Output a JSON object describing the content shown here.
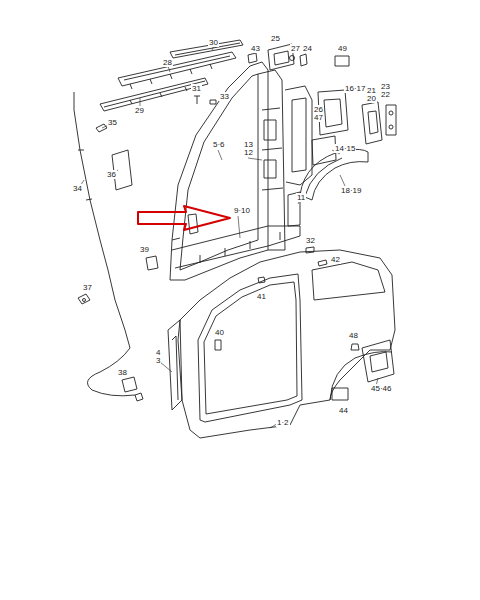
{
  "diagram": {
    "labels": [
      "30",
      "28",
      "43",
      "25",
      "27",
      "24",
      "49",
      "31",
      "33",
      "29",
      "16·17",
      "21",
      "20",
      "23",
      "22",
      "35",
      "5·6",
      "26",
      "47",
      "13",
      "12",
      "14·15",
      "36",
      "18·19",
      "11",
      "34",
      "9·10",
      "32",
      "42",
      "39",
      "41",
      "37",
      "40",
      "4",
      "3",
      "48",
      "38",
      "45·46",
      "44",
      "1·2"
    ]
  }
}
